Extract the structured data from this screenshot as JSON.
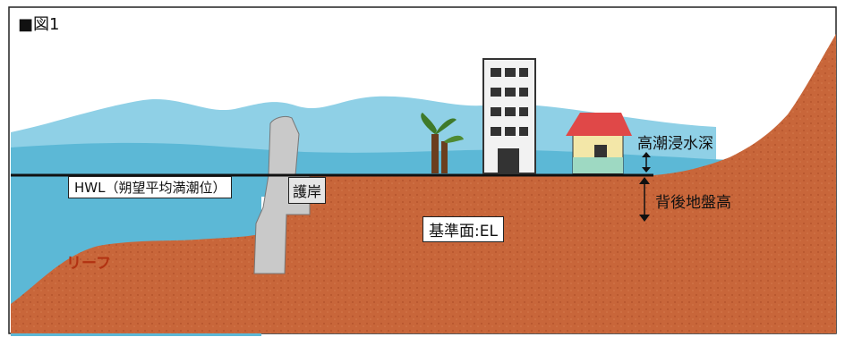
{
  "figure_title": "■図1",
  "labels": {
    "hwl": "HWL（朔望平均満潮位）",
    "seawall": "護岸",
    "datum": "基準面:EL",
    "high_tide_depth": "高潮浸水深",
    "ground_height": "背後地盤高",
    "reef": "リーフ"
  },
  "colors": {
    "sea": "#5cb8d6",
    "land": "#c8663a",
    "land_dark": "#b0532a",
    "seawall": "#c9c9c9",
    "frame": "#222222"
  },
  "icons": [
    "palm-tree-icon",
    "apartment-building-icon",
    "house-icon"
  ]
}
